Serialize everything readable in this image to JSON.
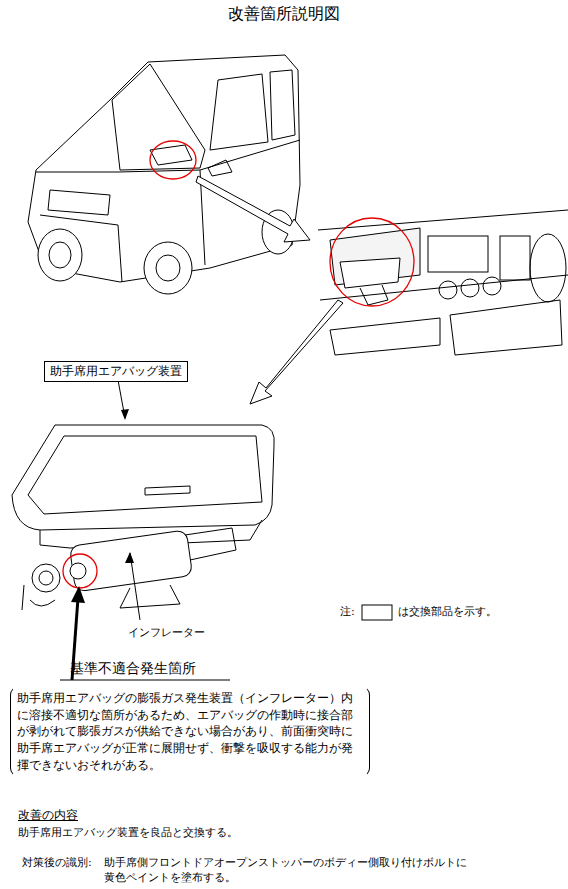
{
  "diagram": {
    "title": "改善箇所説明図",
    "nodes": [
      {
        "text": [
          "助手席用エアバッグ装置"
        ]
      },
      {
        "text": [
          "基準不適合発生箇所",
          "助手席用エアバッグの膨張ガス発生装置（インフレーター）内に溶接不適切な箇所があるため、エアバッグの作動時に接合部が剥がれて膨張ガスが供給できない場合があり、前面衝突時に助手席エアバッグが正常に展開せず、衝撃を吸収する能力が発揮できないおそれがある。"
        ]
      }
    ],
    "labels": [
      "インフレーター",
      "注:",
      "は交換部品を示す。",
      "改善の内容",
      "助手席用エアバッグ装置を良品と交換する。",
      "対策後の識別:",
      "助手席側フロントドアオープンストッパーのボディー側取り付けボルトに 黄色ペイントを塗布する。"
    ]
  }
}
